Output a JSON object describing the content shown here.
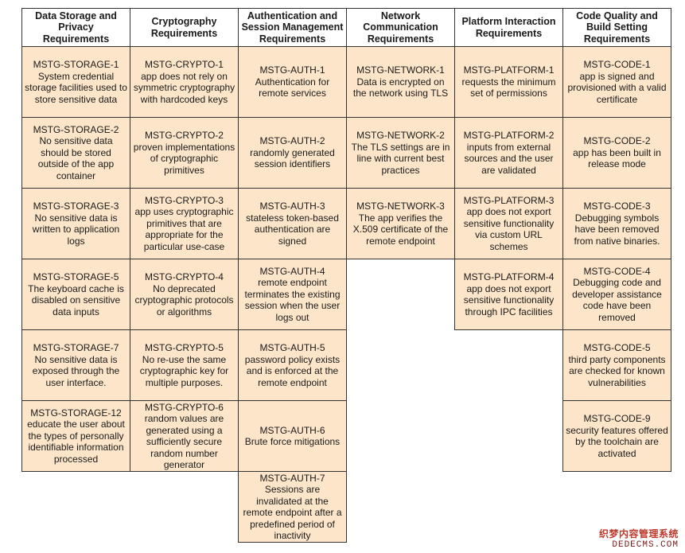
{
  "columns": [
    {
      "header": "Data Storage and Privacy Requirements",
      "items": [
        {
          "id": "MSTG-STORAGE-1",
          "text": "System credential storage facilities used to store sensitive data"
        },
        {
          "id": "MSTG-STORAGE-2",
          "text": "No sensitive data should be stored outside of the app container"
        },
        {
          "id": "MSTG-STORAGE-3",
          "text": "No sensitive data is written to application logs"
        },
        {
          "id": "MSTG-STORAGE-5",
          "text": "The keyboard cache is disabled on sensitive data inputs"
        },
        {
          "id": "MSTG-STORAGE-7",
          "text": "No sensitive data is exposed through the user interface."
        },
        {
          "id": "MSTG-STORAGE-12",
          "text": "educate the user about the types of personally identifiable information processed"
        }
      ]
    },
    {
      "header": "Cryptography Requirements",
      "items": [
        {
          "id": "MSTG-CRYPTO-1",
          "text": "app does not rely on symmetric cryptography with hardcoded keys"
        },
        {
          "id": "MSTG-CRYPTO-2",
          "text": "proven implementations of cryptographic primitives"
        },
        {
          "id": "MSTG-CRYPTO-3",
          "text": "app uses cryptographic primitives that are appropriate for the particular use-case"
        },
        {
          "id": "MSTG-CRYPTO-4",
          "text": "No deprecated cryptographic protocols or algorithms"
        },
        {
          "id": "MSTG-CRYPTO-5",
          "text": "No re-use the same cryptographic key for multiple purposes."
        },
        {
          "id": "MSTG-CRYPTO-6",
          "text": "random values are generated using a sufficiently secure random number generator"
        }
      ]
    },
    {
      "header": "Authentication and Session Management Requirements",
      "items": [
        {
          "id": "MSTG-AUTH-1",
          "text": "Authentication for remote services"
        },
        {
          "id": "MSTG-AUTH-2",
          "text": "randomly generated session identifiers"
        },
        {
          "id": "MSTG-AUTH-3",
          "text": "stateless token-based authentication are signed"
        },
        {
          "id": "MSTG-AUTH-4",
          "text": "remote endpoint terminates the existing session when the user logs out"
        },
        {
          "id": "MSTG-AUTH-5",
          "text": "password policy exists and is enforced at the remote endpoint"
        },
        {
          "id": "MSTG-AUTH-6",
          "text": "Brute force mitigations"
        },
        {
          "id": "MSTG-AUTH-7",
          "text": "Sessions are invalidated at the remote endpoint after a predefined period of inactivity"
        }
      ]
    },
    {
      "header": "Network Communication Requirements",
      "items": [
        {
          "id": "MSTG-NETWORK-1",
          "text": "Data is encrypted on the network using TLS"
        },
        {
          "id": "MSTG-NETWORK-2",
          "text": "The TLS settings are in line with current best practices"
        },
        {
          "id": "MSTG-NETWORK-3",
          "text": "The app verifies the X.509 certificate of the remote endpoint"
        }
      ]
    },
    {
      "header": "Platform Interaction Requirements",
      "items": [
        {
          "id": "MSTG-PLATFORM-1",
          "text": "requests the minimum set of permissions"
        },
        {
          "id": "MSTG-PLATFORM-2",
          "text": "inputs from external sources and the user are validated"
        },
        {
          "id": "MSTG-PLATFORM-3",
          "text": "app does not export sensitive functionality via custom URL schemes"
        },
        {
          "id": "MSTG-PLATFORM-4",
          "text": "app does not export sensitive functionality through IPC facilities"
        }
      ]
    },
    {
      "header": "Code Quality and Build Setting Requirements",
      "items": [
        {
          "id": "MSTG-CODE-1",
          "text": "app is signed and provisioned with a valid certificate"
        },
        {
          "id": "MSTG-CODE-2",
          "text": "app has been built in release mode"
        },
        {
          "id": "MSTG-CODE-3",
          "text": "Debugging symbols have been removed from native binaries."
        },
        {
          "id": "MSTG-CODE-4",
          "text": "Debugging code and developer assistance code have been removed"
        },
        {
          "id": "MSTG-CODE-5",
          "text": "third party components are checked for known vulnerabilities"
        },
        {
          "id": "MSTG-CODE-9",
          "text": "security features offered by the toolchain are activated"
        }
      ]
    }
  ],
  "watermark": {
    "line1": "织梦内容管理系统",
    "line2": "DEDECMS.COM"
  }
}
